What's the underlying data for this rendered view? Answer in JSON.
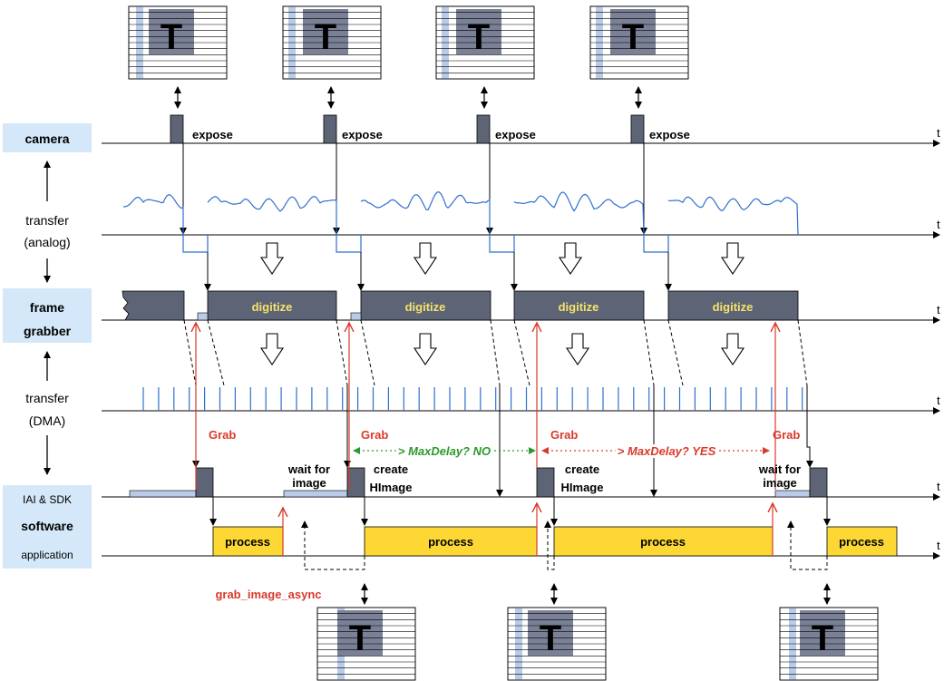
{
  "rows": {
    "camera": "camera",
    "transfer_analog_1": "transfer",
    "transfer_analog_2": "(analog)",
    "frame_grabber_1": "frame",
    "frame_grabber_2": "grabber",
    "transfer_dma_1": "transfer",
    "transfer_dma_2": "(DMA)",
    "iai_sdk": "IAI & SDK",
    "software": "software",
    "application": "application"
  },
  "axis_label": "t",
  "expose_label": "expose",
  "digitize_label": "digitize",
  "process_label": "process",
  "grab_label": "Grab",
  "wait_for_1": "wait for",
  "wait_for_2": "image",
  "create_1": "create",
  "create_2": "HImage",
  "maxdelay_no": "> MaxDelay? NO",
  "maxdelay_yes": "> MaxDelay? YES",
  "grab_image_async": "grab_image_async",
  "frame_icon_letter": "T",
  "colors": {
    "label_bg": "#d4e8fa",
    "dark_box": "#5d6475",
    "process_fill": "#fdd835",
    "digitize_text": "#f7e36a",
    "red": "#d93a2b",
    "green": "#2a9a2a",
    "signal_blue": "#2f6fd0",
    "light_blue": "#b9cbe6"
  }
}
